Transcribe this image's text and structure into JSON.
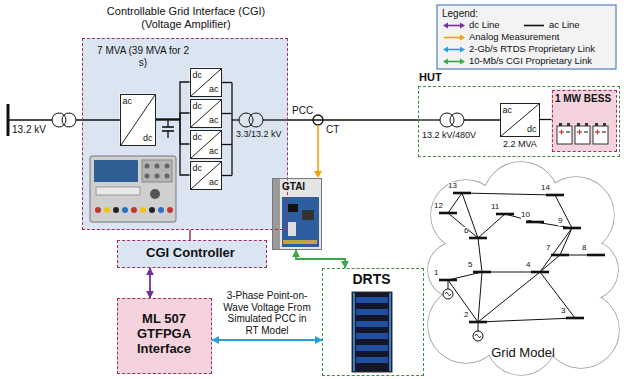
{
  "diagram": {
    "nodes": [
      {
        "text": [
          "Controllable Grid Interface (CGI) (Voltage Amplifier)",
          "7 MVA (39 MVA for 2 s)"
        ]
      },
      {
        "text": [
          "ac",
          "dc"
        ],
        "in": 0
      },
      {
        "text": [
          "dc",
          "ac"
        ],
        "in": 0
      },
      {
        "text": [
          "dc",
          "ac"
        ],
        "in": 0
      },
      {
        "text": [
          "dc",
          "ac"
        ],
        "in": 0
      },
      {
        "text": [
          "dc",
          "ac"
        ],
        "in": 0
      },
      {
        "text": [
          "HUT"
        ]
      },
      {
        "text": [
          "ac",
          "dc"
        ],
        "in": 6
      },
      {
        "text": [
          "1 MW BESS"
        ],
        "in": 6
      },
      {
        "text": [
          "CGI Controller"
        ]
      },
      {
        "text": [
          "GTAI"
        ]
      },
      {
        "text": [
          "DRTS"
        ]
      },
      {
        "text": [
          "ML 507 GTFPGA Interface"
        ]
      },
      {
        "text": [
          "Grid Model"
        ]
      }
    ],
    "edges": [
      {
        "from": 0,
        "to": 6,
        "arrow": "none"
      },
      {
        "from": 0,
        "to": 9,
        "arrow": "none"
      },
      {
        "from": 9,
        "to": 12,
        "arrow": "both"
      },
      {
        "from": 12,
        "to": 11,
        "label": "3-Phase Point-on-Wave Voltage From Simulated PCC in RT Model",
        "arrow": "both"
      },
      {
        "from": 11,
        "to": 10,
        "arrow": "both"
      },
      {
        "from": 1,
        "to": 2,
        "arrow": "none"
      },
      {
        "from": 1,
        "to": 3,
        "arrow": "none"
      },
      {
        "from": 1,
        "to": 4,
        "arrow": "none"
      },
      {
        "from": 1,
        "to": 5,
        "arrow": "none"
      },
      {
        "from": 7,
        "to": 8,
        "arrow": "none"
      }
    ],
    "labels": [
      "13.2 kV",
      "3.3/13.2 kV",
      "PCC",
      "CT",
      "13.2 kV/480V",
      "2.2 MVA",
      "Legend:",
      "13",
      "14",
      "12",
      "11",
      "10",
      "9",
      "6",
      "1",
      "5",
      "4",
      "8",
      "7",
      "3",
      "2"
    ],
    "legend": [
      {
        "text": "dc Line"
      },
      {
        "text": "ac Line"
      },
      {
        "text": "Analog Measurement"
      },
      {
        "text": "2-Gb/s RTDS Proprietary Link"
      },
      {
        "text": "10-Mb/s CGI Proprietary Link"
      }
    ]
  }
}
